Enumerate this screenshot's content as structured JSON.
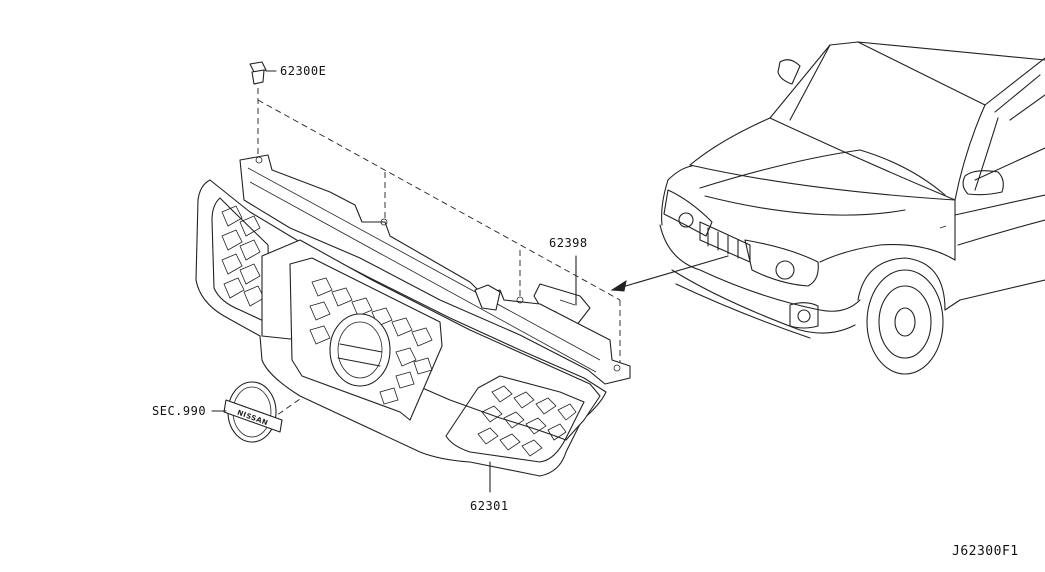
{
  "diagram": {
    "labels": {
      "clip": "62300E",
      "bracket": "62398",
      "emblem_ref": "SEC.990",
      "grille": "62301",
      "figure_code": "J62300F1"
    },
    "emblem_text": "NISSAN"
  }
}
